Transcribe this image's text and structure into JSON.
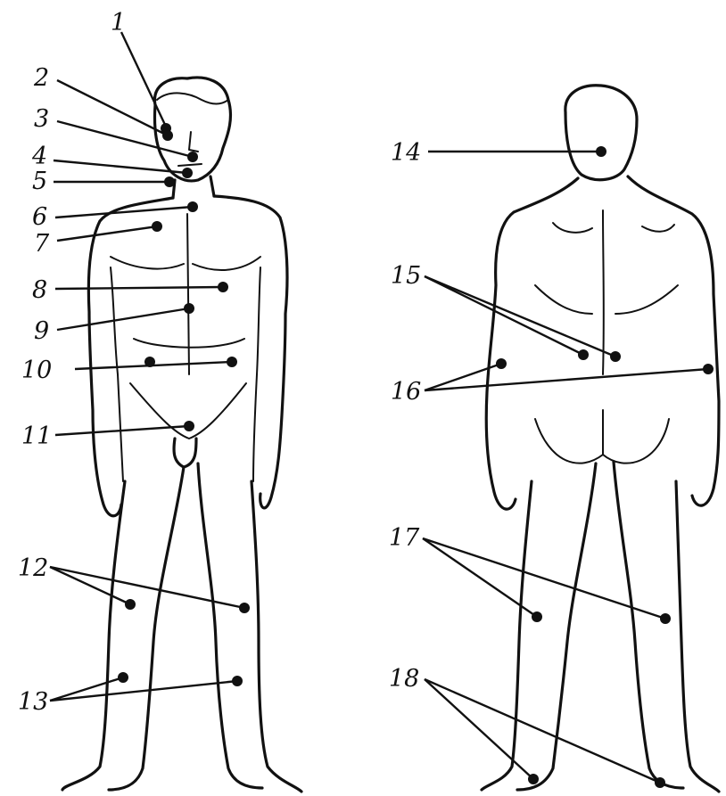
{
  "figure": {
    "labels": [
      "1",
      "2",
      "3",
      "4",
      "5",
      "6",
      "7",
      "8",
      "9",
      "10",
      "11",
      "12",
      "13",
      "14",
      "15",
      "16",
      "17",
      "18"
    ]
  },
  "colors": {
    "ink": "#111111",
    "background": "#ffffff"
  }
}
